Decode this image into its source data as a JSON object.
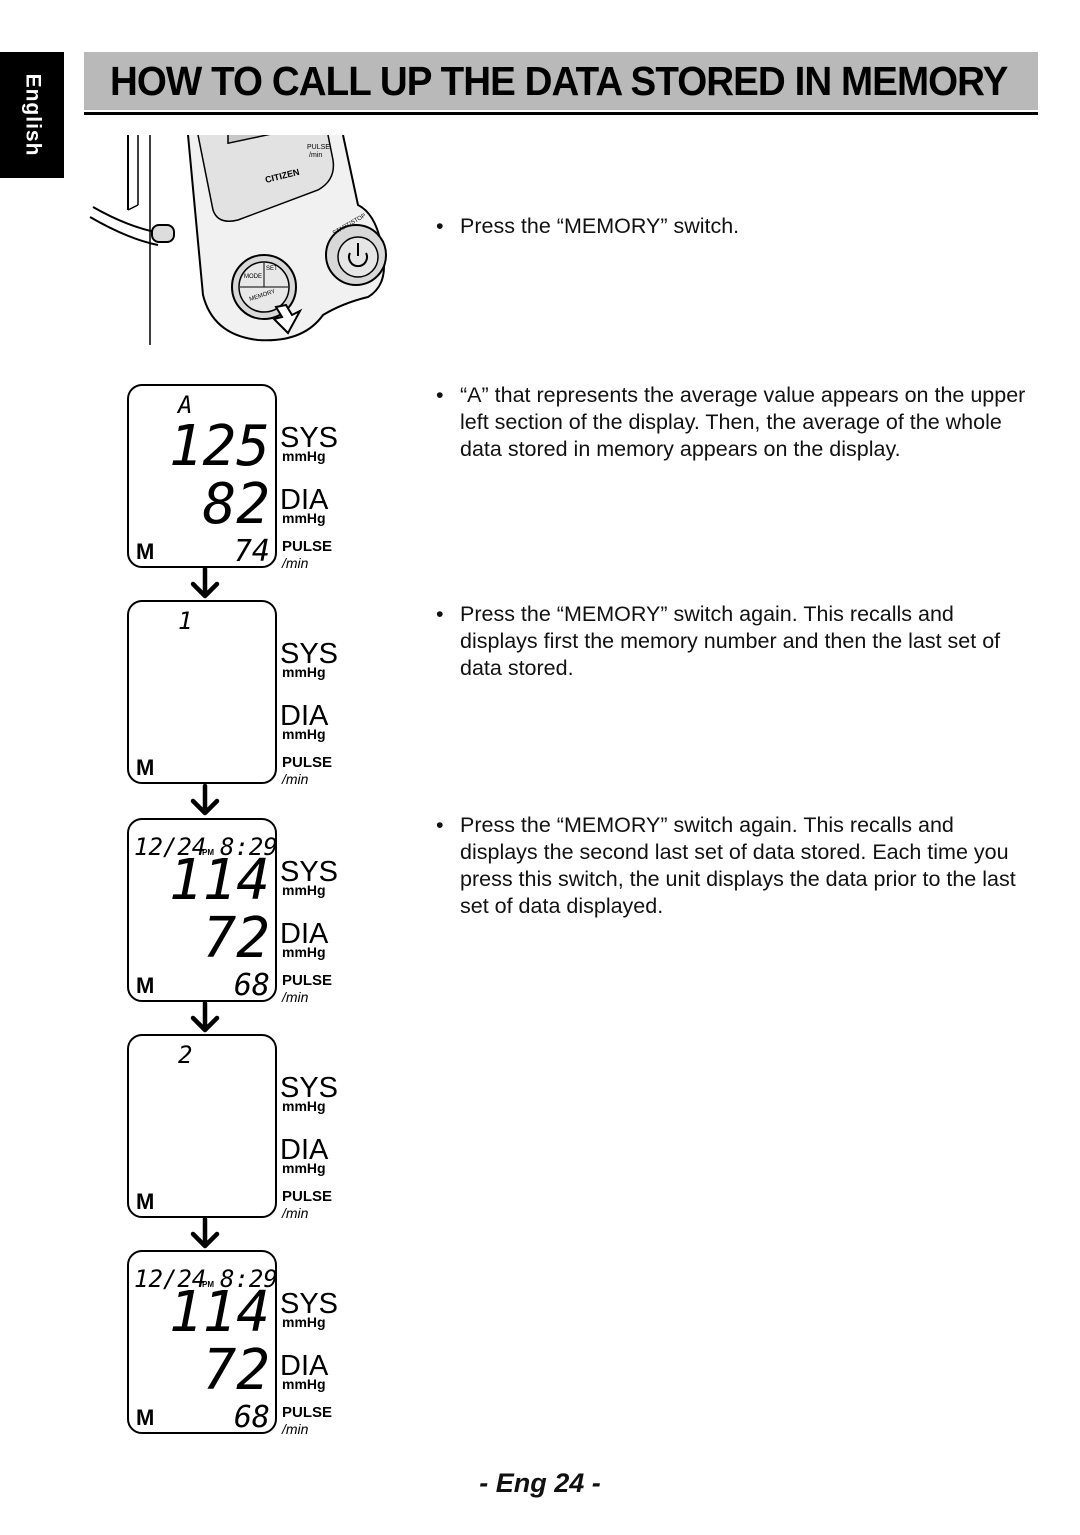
{
  "language_tab": "English",
  "title": "HOW TO CALL UP THE DATA STORED IN MEMORY",
  "device": {
    "brand": "CITIZEN",
    "pulse_label": "PULSE",
    "pulse_unit": "/min",
    "mode_button": "MODE",
    "set_button": "SET",
    "memory_button": "MEMORY",
    "start_stop_button": "START/STOP"
  },
  "displays": [
    {
      "top_left": "A",
      "time": "",
      "sys": "125",
      "dia": "82",
      "pulse": "74",
      "m": "M",
      "sys_label": "SYS",
      "dia_label": "DIA",
      "unit": "mmHg",
      "pulse_label": "PULSE",
      "pulse_unit": "/min"
    },
    {
      "top_left": "1",
      "time": "",
      "sys": "",
      "dia": "",
      "pulse": "",
      "m": "M",
      "sys_label": "SYS",
      "dia_label": "DIA",
      "unit": "mmHg",
      "pulse_label": "PULSE",
      "pulse_unit": "/min"
    },
    {
      "top_left": "12/24",
      "pm": "PM",
      "time": "8:29",
      "sys": "114",
      "dia": "72",
      "pulse": "68",
      "m": "M",
      "sys_label": "SYS",
      "dia_label": "DIA",
      "unit": "mmHg",
      "pulse_label": "PULSE",
      "pulse_unit": "/min"
    },
    {
      "top_left": "2",
      "time": "",
      "sys": "",
      "dia": "",
      "pulse": "",
      "m": "M",
      "sys_label": "SYS",
      "dia_label": "DIA",
      "unit": "mmHg",
      "pulse_label": "PULSE",
      "pulse_unit": "/min"
    },
    {
      "top_left": "12/24",
      "pm": "PM",
      "time": "8:29",
      "sys": "114",
      "dia": "72",
      "pulse": "68",
      "m": "M",
      "sys_label": "SYS",
      "dia_label": "DIA",
      "unit": "mmHg",
      "pulse_label": "PULSE",
      "pulse_unit": "/min"
    }
  ],
  "steps": [
    {
      "bullet": "•",
      "text": "Press the “MEMORY” switch."
    },
    {
      "bullet": "•",
      "text": "“A” that represents the average value appears on the upper left section of the display. Then, the average of the whole data stored in memory appears on the display."
    },
    {
      "bullet": "•",
      "text": "Press the “MEMORY” switch again. This recalls and displays first the memory number and then the last set of data stored."
    },
    {
      "bullet": "•",
      "text": "Press the “MEMORY” switch again. This recalls and displays the second last set of data stored. Each time you press this switch, the unit displays the data prior to the last set of data displayed."
    }
  ],
  "page_number": "- Eng 24 -"
}
